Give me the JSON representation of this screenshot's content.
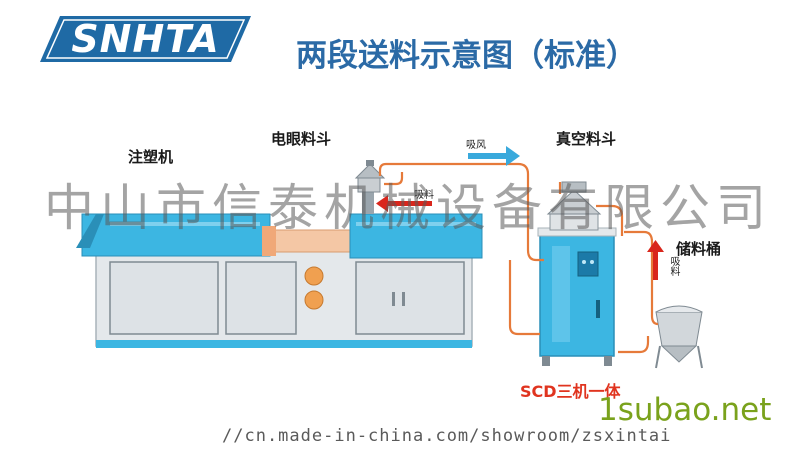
{
  "logo": {
    "text": "SNHTA"
  },
  "title": "两段送料示意图（标准）",
  "labels": {
    "injection_machine": "注塑机",
    "eye_hopper": "电眼料斗",
    "vacuum_hopper": "真空料斗",
    "storage_bin": "储料桶"
  },
  "arrows": {
    "suction_wind": "吸风",
    "suction_material_top": "吸料",
    "suction_material_side": "吸料"
  },
  "product": "SCD三机一体",
  "watermark_company": "中山市信泰机械设备有限公司",
  "watermark_site": "1subao.net",
  "url": "//cn.made-in-china.com/showroom/zsxintai",
  "colors": {
    "brand_blue": "#1f6aa5",
    "machine_cyan": "#3cb6e2",
    "machine_panel": "#e4e8eb",
    "pipe_orange": "#e67a3a",
    "arrow_blue": "#39a9dc",
    "arrow_red": "#d9261c"
  }
}
